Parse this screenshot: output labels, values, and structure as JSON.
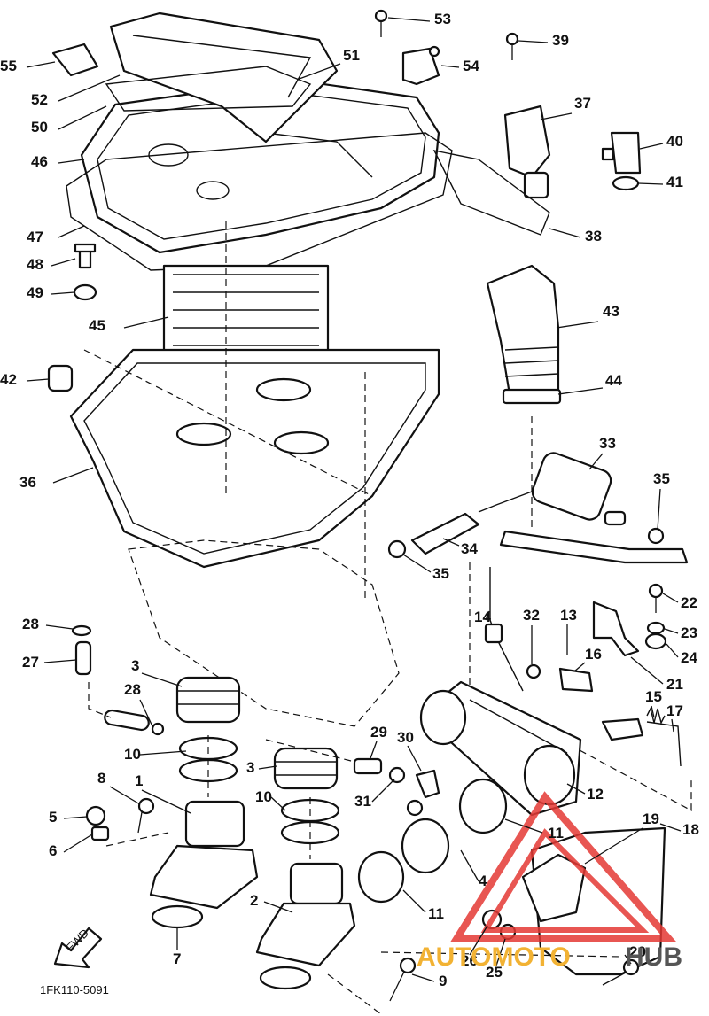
{
  "drawing_code": "1FK110-5091",
  "front_marker": "FWD",
  "watermark": {
    "part1": "AUTOMOTO",
    "part2": "HUB",
    "color1": "#f2b233",
    "color2": "#555555",
    "logo_color": "#e53935"
  },
  "callouts": [
    {
      "id": "1"
    },
    {
      "id": "2"
    },
    {
      "id": "3"
    },
    {
      "id": "3"
    },
    {
      "id": "4"
    },
    {
      "id": "5"
    },
    {
      "id": "6"
    },
    {
      "id": "7"
    },
    {
      "id": "8"
    },
    {
      "id": "9"
    },
    {
      "id": "10"
    },
    {
      "id": "10"
    },
    {
      "id": "11"
    },
    {
      "id": "11"
    },
    {
      "id": "12"
    },
    {
      "id": "13"
    },
    {
      "id": "14"
    },
    {
      "id": "15"
    },
    {
      "id": "16"
    },
    {
      "id": "17"
    },
    {
      "id": "18"
    },
    {
      "id": "19"
    },
    {
      "id": "20"
    },
    {
      "id": "21"
    },
    {
      "id": "22"
    },
    {
      "id": "23"
    },
    {
      "id": "24"
    },
    {
      "id": "25"
    },
    {
      "id": "26"
    },
    {
      "id": "27"
    },
    {
      "id": "28"
    },
    {
      "id": "28"
    },
    {
      "id": "29"
    },
    {
      "id": "30"
    },
    {
      "id": "31"
    },
    {
      "id": "32"
    },
    {
      "id": "33"
    },
    {
      "id": "34"
    },
    {
      "id": "35"
    },
    {
      "id": "35"
    },
    {
      "id": "36"
    },
    {
      "id": "37"
    },
    {
      "id": "38"
    },
    {
      "id": "39"
    },
    {
      "id": "40"
    },
    {
      "id": "41"
    },
    {
      "id": "42"
    },
    {
      "id": "43"
    },
    {
      "id": "44"
    },
    {
      "id": "45"
    },
    {
      "id": "46"
    },
    {
      "id": "47"
    },
    {
      "id": "48"
    },
    {
      "id": "49"
    },
    {
      "id": "50"
    },
    {
      "id": "51"
    },
    {
      "id": "52"
    },
    {
      "id": "53"
    },
    {
      "id": "54"
    },
    {
      "id": "55"
    }
  ]
}
